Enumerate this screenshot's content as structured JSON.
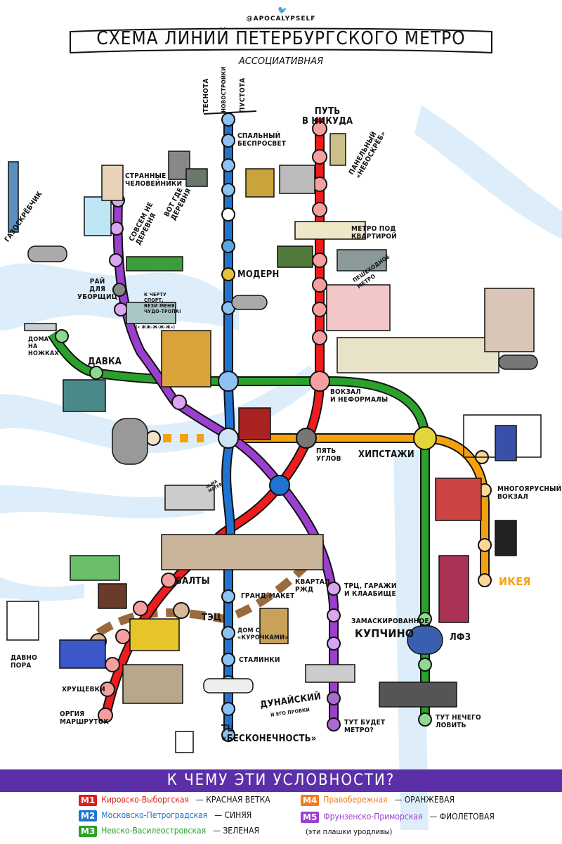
{
  "header": {
    "author": "@APOCALYPSELF",
    "title": "Схема линий Петербургского метро",
    "subtitle": "ассоциативная",
    "bird_icon": "twitter-bird-icon"
  },
  "lines": {
    "red": {
      "name": "Кировско-Выборгская",
      "color": "#ee1c1c",
      "station_fill": "#f4a0a0"
    },
    "blue": {
      "name": "Московско-Петроградская",
      "color": "#1f74d1",
      "station_fill": "#8ec2f2"
    },
    "green": {
      "name": "Невско-Василеостровская",
      "color": "#2aa12a",
      "station_fill": "#8fd88f"
    },
    "orange": {
      "name": "Правобережная",
      "color": "#f5a10f",
      "station_fill": "#fbd79a"
    },
    "purple": {
      "name": "Фрунзенско-Приморская",
      "color": "#9b3fcf",
      "station_fill": "#d9a6f0"
    }
  },
  "stations": {
    "blue_top_a": "Теснота",
    "blue_top_b": "Новостройки",
    "blue_top_c": "Пустота",
    "spalny": "Спальный\nбеспросвет",
    "modern": "Модерн",
    "grand_maket": "Гранд-макет",
    "dom_kurochki": "Дом с\n«курочками»",
    "stalinki": "Сталинки",
    "dunaisky": "Дунайский",
    "dunaisky_sub": "и его пробки",
    "tc_inf": "ТЦ\n«Бесконечность»",
    "put_nikuda": "Путь\nв никуда",
    "panelny": "Панельный\n«небоскрёб»",
    "metro_pod": "Метро под\nквартирой",
    "peshehodnoe": "Пешеходное\nметро",
    "vokzal": "Вокзал\nи неформалы",
    "pyat_uglov": "Пять\nуглов",
    "balty": "Балты",
    "tec": "ТЭЦ",
    "hrushevki": "Хрущевки",
    "orgia": "Оргия\nмаршруток",
    "davno_pora": "Давно\nпора",
    "hipstazhi": "Хипстажи",
    "mnogoyarus": "Многоярусный\nвокзал",
    "ikea": "ИКЕЯ",
    "lfz": "ЛФЗ",
    "tut_nechego": "Тут нечего\nловить",
    "kvartal": "Квартал\nРЖД",
    "trc": "ТРЦ, гаражи\nи клаабище",
    "zamask": "Замаскированное",
    "kupchino": "Купчино",
    "tut_budet": "Тут будет\nметро?",
    "strannye": "Странные\nчеловейники",
    "sovsem": "Совсем не\nдеревня",
    "vot_gde": "Вот где\nдеревня",
    "rai": "Рай\nдля\nуборщиц",
    "k_chertu": "К черту\nспорт,\nвези меня,\nчудо-тропа!",
    "zhzh": "(« ЖЖ-Ж-Ж-Ж»)",
    "gazoskreb": "Газоскрёбчик",
    "doma_nozhkah": "Дома\nна\nножках",
    "davka": "Давка",
    "alma_mater": "Alma\nmater"
  },
  "legend": {
    "heading": "К чему эти условности?",
    "items": [
      {
        "badge": "M1",
        "name": "Кировско-Выборгская",
        "desc": "— Красная ветка",
        "color": "#d81e1e"
      },
      {
        "badge": "M2",
        "name": "Московско-Петроградская",
        "desc": "— Синяя",
        "color": "#1f74d1"
      },
      {
        "badge": "M3",
        "name": "Невско-Василеостровская",
        "desc": "— Зеленая",
        "color": "#2aa12a"
      },
      {
        "badge": "M4",
        "name": "Правобережная",
        "desc": "— Оранжевая",
        "color": "#f47a1e"
      },
      {
        "badge": "M5",
        "name": "Фрунзенско-Приморская",
        "desc": "— Фиолетовая",
        "color": "#9b3fcf"
      }
    ],
    "note": "(эти плашки уродливы)"
  }
}
